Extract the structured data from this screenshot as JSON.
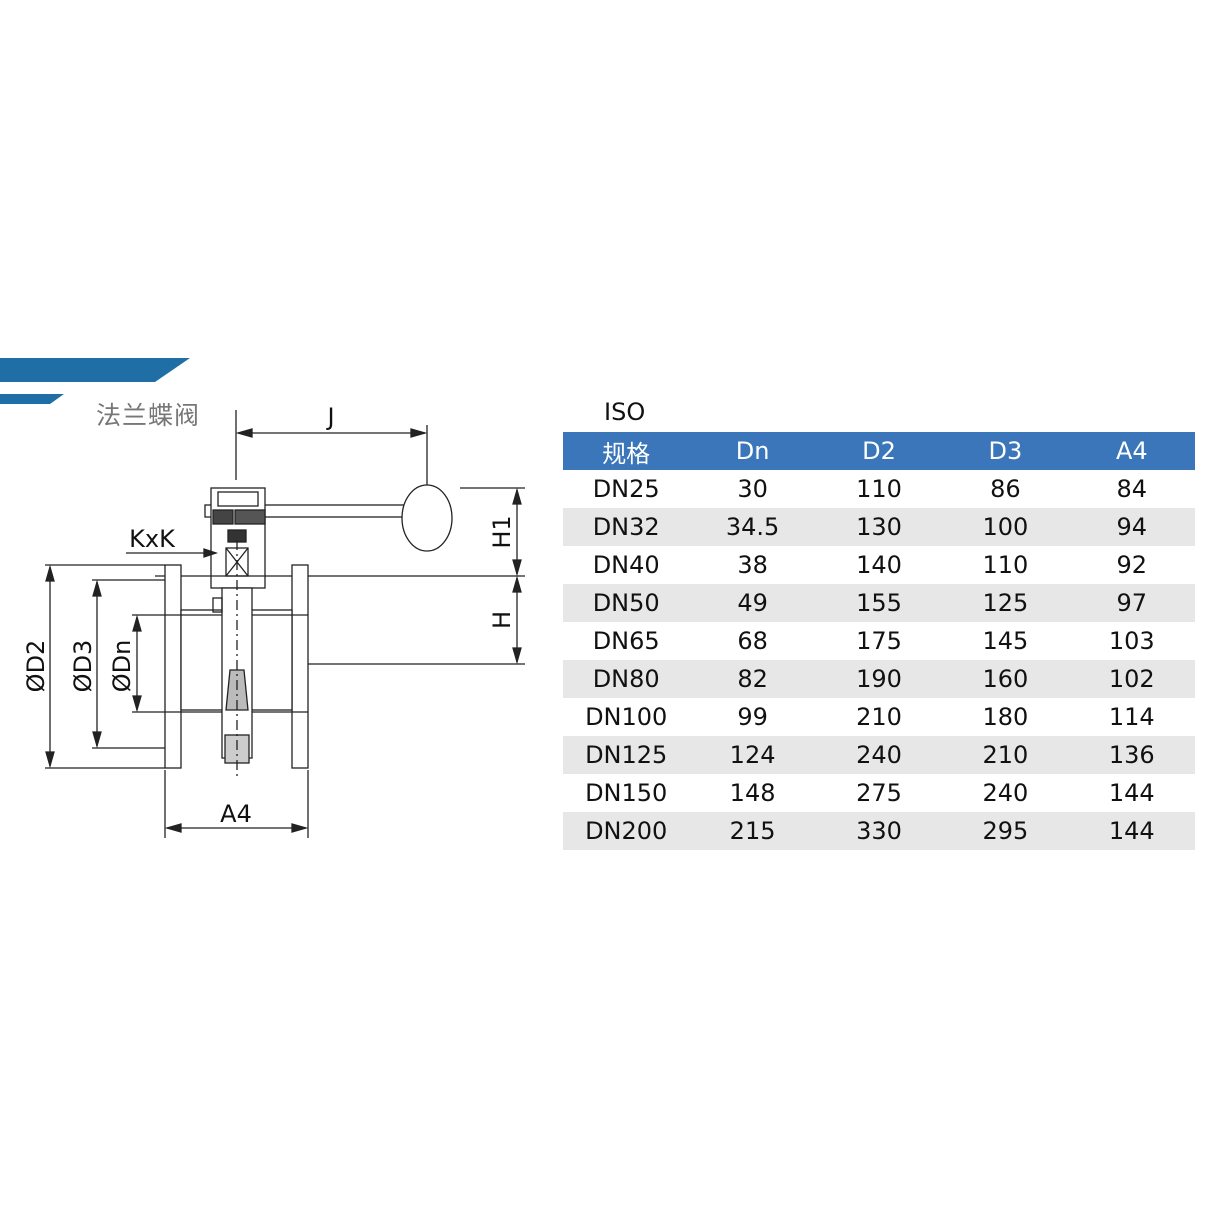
{
  "title": "法兰蝶阀",
  "standard": "ISO",
  "colors": {
    "banner": "#1f6ea6",
    "header": "#3a76b9",
    "stripe": "#e7e7e7"
  },
  "drawing_labels": {
    "j": "J",
    "kxk": "KxK",
    "h1": "H1",
    "h": "H",
    "d2": "ØD2",
    "d3": "ØD3",
    "dn": "ØDn",
    "a4": "A4"
  },
  "table": {
    "headers": [
      "规格",
      "Dn",
      "D2",
      "D3",
      "A4"
    ],
    "rows": [
      [
        "DN25",
        "30",
        "110",
        "86",
        "84"
      ],
      [
        "DN32",
        "34.5",
        "130",
        "100",
        "94"
      ],
      [
        "DN40",
        "38",
        "140",
        "110",
        "92"
      ],
      [
        "DN50",
        "49",
        "155",
        "125",
        "97"
      ],
      [
        "DN65",
        "68",
        "175",
        "145",
        "103"
      ],
      [
        "DN80",
        "82",
        "190",
        "160",
        "102"
      ],
      [
        "DN100",
        "99",
        "210",
        "180",
        "114"
      ],
      [
        "DN125",
        "124",
        "240",
        "210",
        "136"
      ],
      [
        "DN150",
        "148",
        "275",
        "240",
        "144"
      ],
      [
        "DN200",
        "215",
        "330",
        "295",
        "144"
      ]
    ]
  }
}
